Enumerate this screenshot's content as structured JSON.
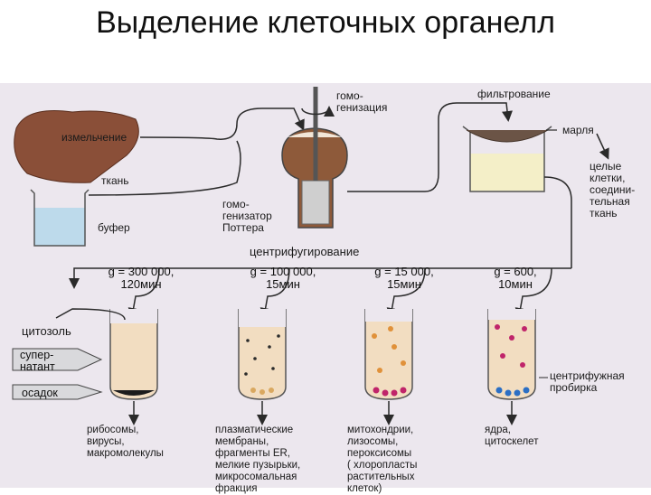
{
  "title": "Выделение клеточных органелл",
  "labels": {
    "grinding": "измельчение",
    "tissue": "ткань",
    "buffer": "буфер",
    "homogenization": "гомо-\nгенизация",
    "potter": "гомо-\nгенизатор\nПоттера",
    "filtration": "фильтрование",
    "gauze": "марля",
    "whole_cells": "целые\nклетки,\nсоедини-\nтельная\nткань",
    "centrifugation": "центрифугирование",
    "cytosol": "цитозоль",
    "supernatant": "супер-\nнатант",
    "pellet": "осадок",
    "centrifuge_tube": "центрифужная\nпробирка"
  },
  "speeds": [
    {
      "g": "g = 300 000,\n120мин",
      "result": "рибосомы,\nвирусы,\nмакромолекулы"
    },
    {
      "g": "g = 100 000,\n15мин",
      "result": "плазматические\nмембраны,\nфрагменты ER,\nмелкие пузырьки,\nмикросомальная\nфракция"
    },
    {
      "g": "g = 15 000,\n15мин",
      "result": "митохондрии,\nлизосомы,\nпероксисомы\n( хлоропласты\nрастительных\nклеток)"
    },
    {
      "g": "g = 600,\n10мин",
      "result": "ядра,\nцитоскелет"
    }
  ],
  "colors": {
    "panel": "#ece7ee",
    "liver": "#8a4f38",
    "homogenate": "#8e5a3a",
    "suspension": "#f2ddc1",
    "filtrate": "#f4efc8",
    "buffer": "#b8d8ea",
    "label_box": "#d9d9dc",
    "line": "#2a2a2a"
  }
}
